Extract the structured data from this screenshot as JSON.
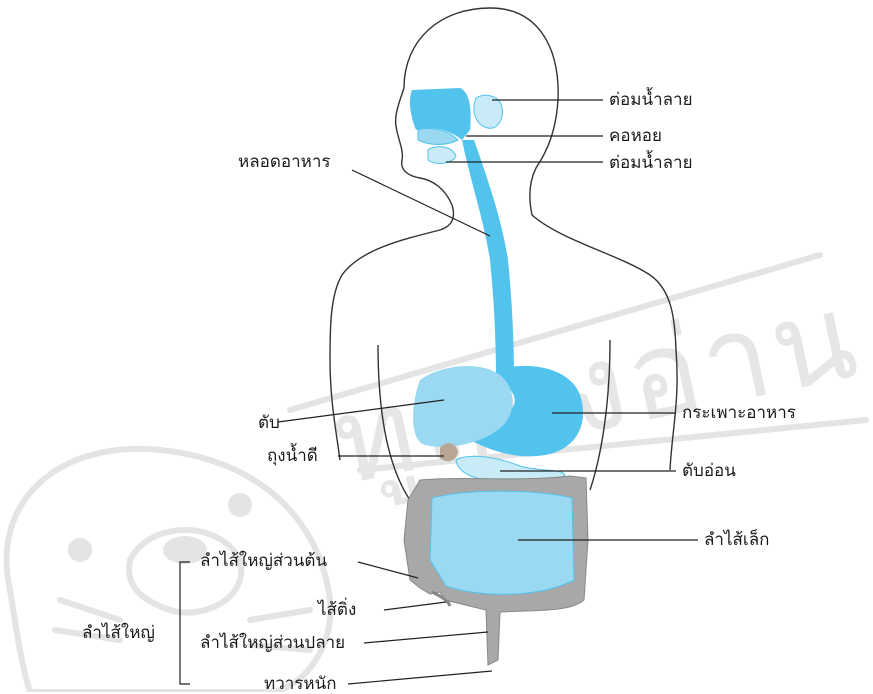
{
  "labels": {
    "salivary_gland_top": "ต่อมน้ำลาย",
    "pharynx": "คอหอย",
    "salivary_gland_bottom": "ต่อมน้ำลาย",
    "esophagus": "หลอดอาหาร",
    "liver": "ตับ",
    "gallbladder": "ถุงน้ำดี",
    "stomach": "กระเพาะอาหาร",
    "pancreas": "ตับอ่อน",
    "small_intestine": "ลำไส้เล็ก",
    "cecum": "ลำไส้ใหญ่ส่วนต้น",
    "appendix": "ไส้ติ่ง",
    "large_intestine": "ลำไส้ใหญ่",
    "rectum": "ลำไส้ใหญ่ส่วนปลาย",
    "anus": "ทวารหนัก"
  },
  "watermark": {
    "text": "ทูลองอ่าน"
  },
  "colors": {
    "digestive_tract": "#52c3ec",
    "liver": "#9ad9f1",
    "large_intestine": "#a8a8a8",
    "outline": "#333333"
  }
}
